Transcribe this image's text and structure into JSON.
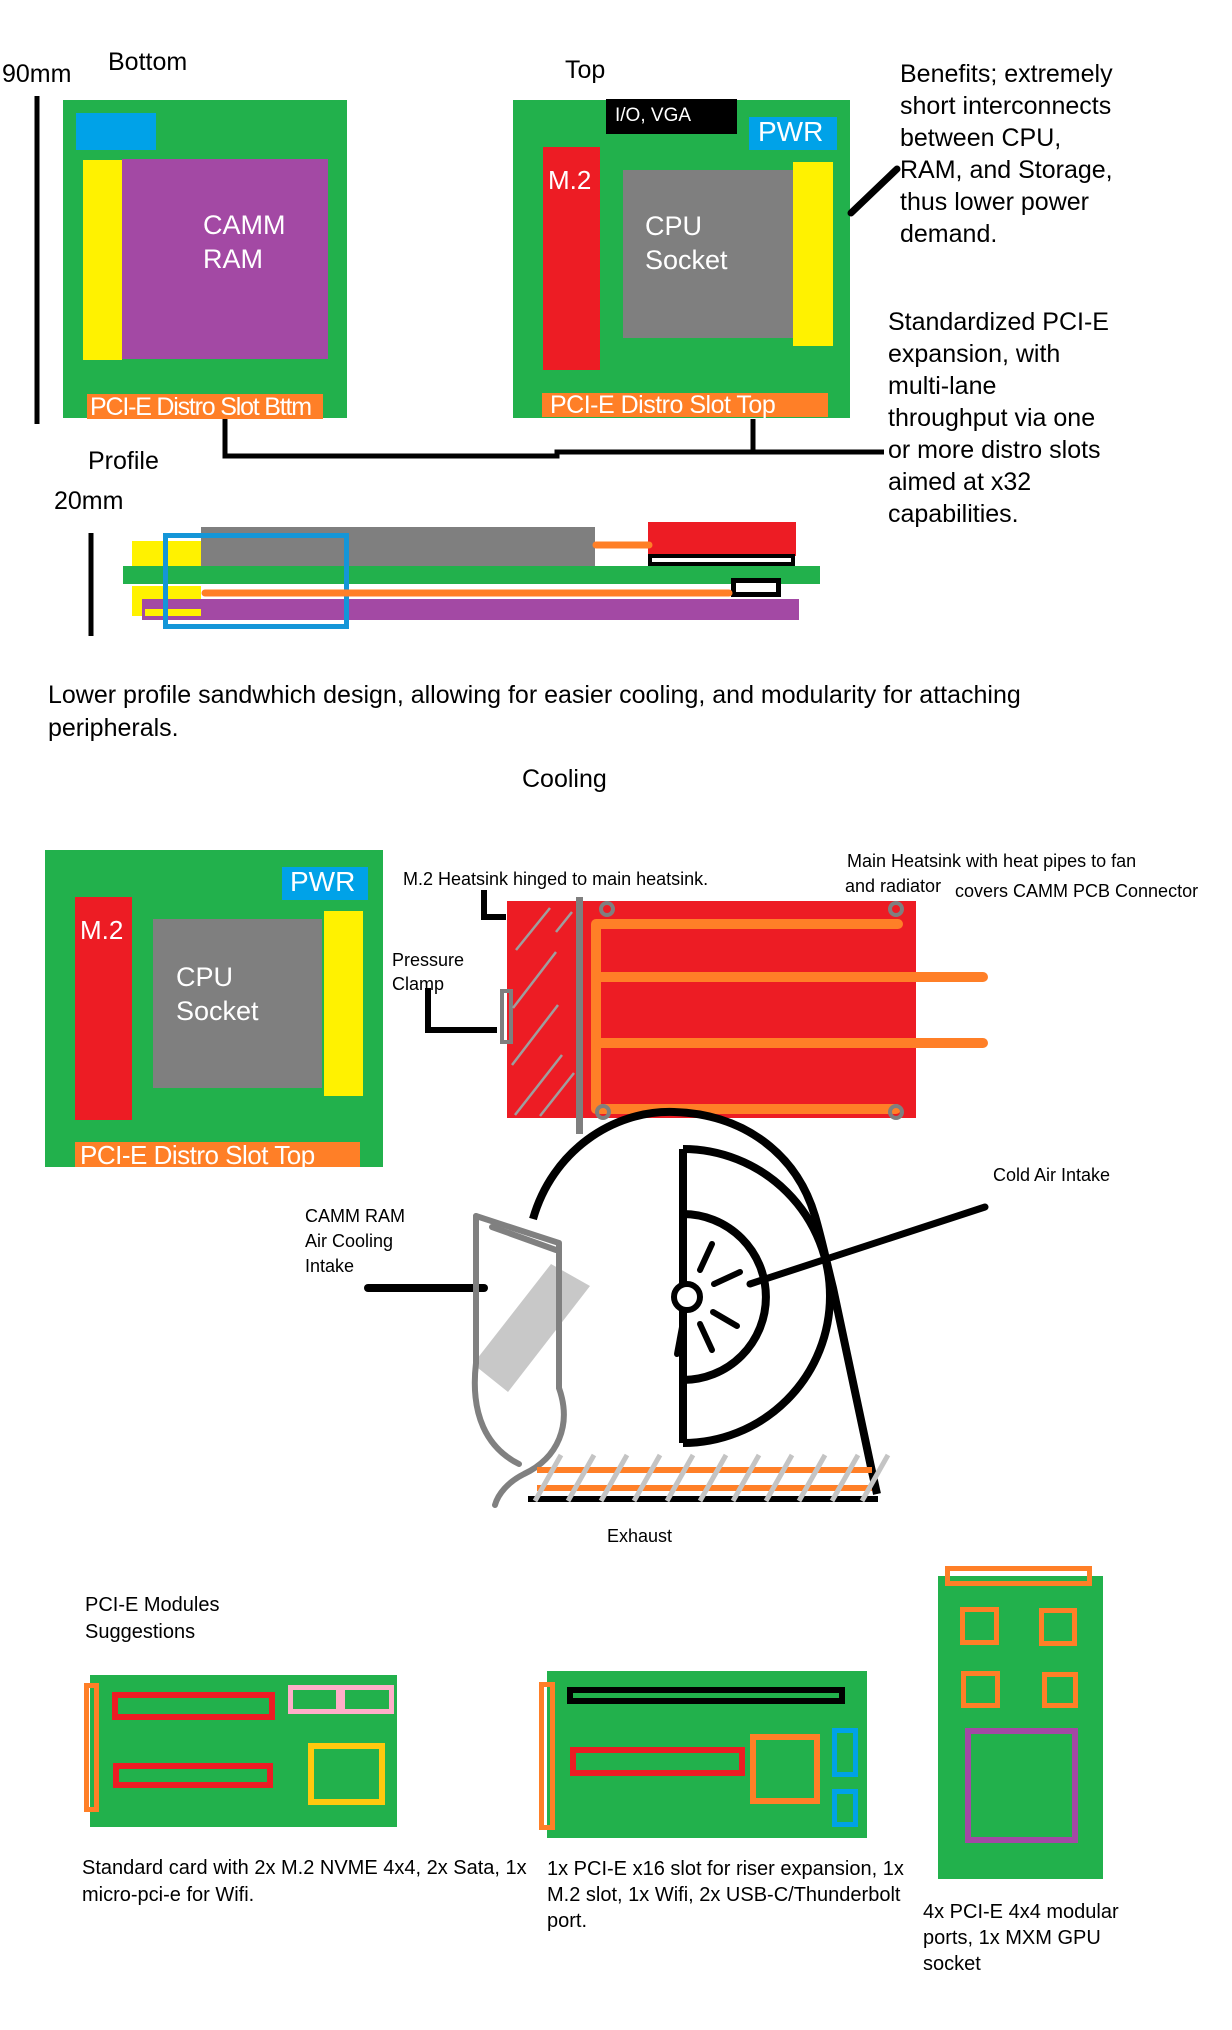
{
  "palette": {
    "pcb_green": "#22B14C",
    "red": "#ED1C24",
    "yellow": "#FFF200",
    "purple": "#A349A4",
    "orange": "#FF7F27",
    "blue": "#00A2E8",
    "gray": "#7F7F7F",
    "pink": "#FFAEC9",
    "gold": "#FFC90E",
    "light_gray": "#C8C8C8",
    "profile_outline_blue": "#1496D8"
  },
  "top_section": {
    "height_label": "90mm",
    "bottom_view": {
      "title": "Bottom",
      "camm_lines": [
        "CAMM",
        "RAM"
      ],
      "slot_label": "PCI-E Distro Slot Bttm"
    },
    "top_view": {
      "title": "Top",
      "io_label": "I/O, VGA",
      "pwr_label": "PWR",
      "m2_label": "M.2",
      "cpu_lines": [
        "CPU",
        "Socket"
      ],
      "slot_label": "PCI-E Distro Slot Top"
    },
    "benefits_lines": [
      "Benefits; extremely",
      "short interconnects",
      "between CPU,",
      "RAM, and Storage,",
      "thus lower power",
      "demand."
    ],
    "expansion_lines": [
      "Standardized PCI-E",
      "expansion, with",
      "multi-lane",
      "throughput via one",
      "or more distro slots",
      "aimed at x32",
      "capabilities."
    ]
  },
  "profile_section": {
    "title": "Profile",
    "thickness_label": "20mm"
  },
  "middle_note_lines": [
    "Lower profile sandwhich design, allowing for easier cooling, and modularity for attaching",
    "peripherals."
  ],
  "cooling_section": {
    "title": "Cooling",
    "board": {
      "pwr_label": "PWR",
      "m2_label": "M.2",
      "cpu_lines": [
        "CPU",
        "Socket"
      ],
      "slot_label": "PCI-E Distro Slot Top"
    },
    "labels": {
      "m2_heatsink": "M.2 Heatsink hinged to main heatsink.",
      "main_heatsink_line1": "Main Heatsink with heat pipes to fan",
      "main_heatsink_line2a": "and radiator",
      "main_heatsink_line2b": "covers CAMM PCB Connector",
      "pressure_clamp_lines": [
        "Pressure",
        "Clamp"
      ],
      "camm_intake_lines": [
        "CAMM RAM",
        "Air Cooling",
        "Intake"
      ],
      "cold_air_intake": "Cold Air Intake",
      "exhaust": "Exhaust"
    }
  },
  "modules_section": {
    "heading_lines": [
      "PCI-E Modules",
      "Suggestions"
    ],
    "card1_caption_lines": [
      "Standard card with 2x M.2 NVME 4x4, 2x Sata,  1x",
      "micro-pci-e for Wifi."
    ],
    "card2_caption_lines": [
      "1x PCI-E x16 slot for riser expansion, 1x",
      "M.2 slot, 1x Wifi, 2x USB-C/Thunderbolt",
      "port."
    ],
    "card3_caption_lines": [
      "4x PCI-E 4x4 modular",
      "ports, 1x MXM GPU",
      "socket"
    ]
  }
}
